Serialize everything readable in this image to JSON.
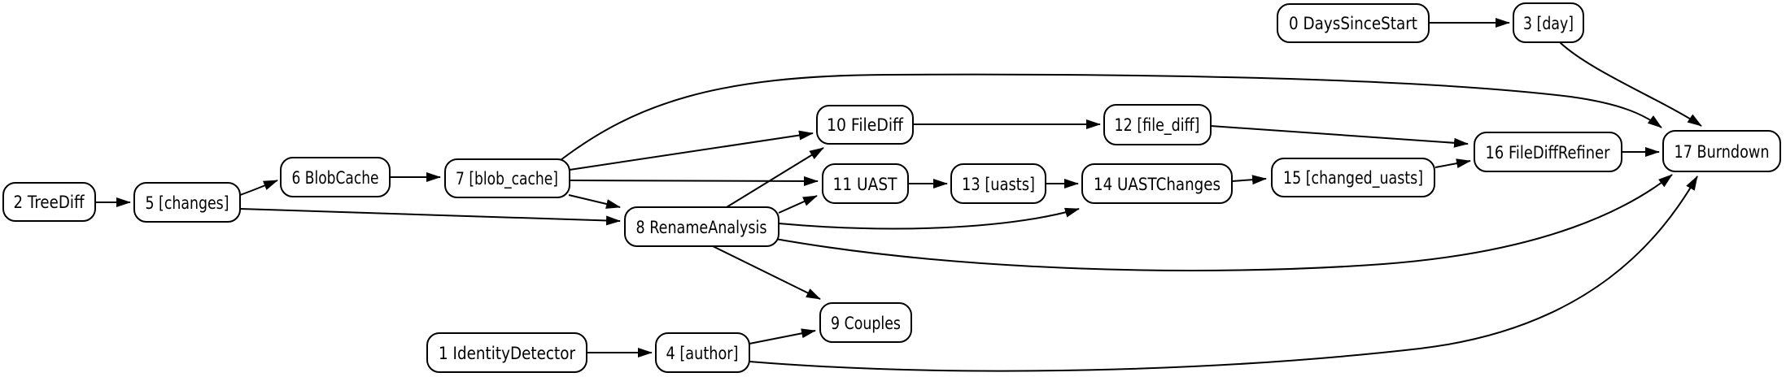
{
  "graph": {
    "type": "directed-graph",
    "description_style": "graphviz pipeline DAG, black strokes on white, rounded rectangle nodes",
    "colors": {
      "background": "#ffffff",
      "node_fill": "#ffffff",
      "stroke": "#000000",
      "text": "#000000"
    },
    "nodes": {
      "n0": {
        "label": "0 DaysSinceStart"
      },
      "n1": {
        "label": "1 IdentityDetector"
      },
      "n2": {
        "label": "2 TreeDiff"
      },
      "n3": {
        "label": "3 [day]"
      },
      "n4": {
        "label": "4 [author]"
      },
      "n5": {
        "label": "5 [changes]"
      },
      "n6": {
        "label": "6 BlobCache"
      },
      "n7": {
        "label": "7 [blob_cache]"
      },
      "n8": {
        "label": "8 RenameAnalysis"
      },
      "n9": {
        "label": "9 Couples"
      },
      "n10": {
        "label": "10 FileDiff"
      },
      "n11": {
        "label": "11 UAST"
      },
      "n12": {
        "label": "12 [file_diff]"
      },
      "n13": {
        "label": "13 [uasts]"
      },
      "n14": {
        "label": "14 UASTChanges"
      },
      "n15": {
        "label": "15 [changed_uasts]"
      },
      "n16": {
        "label": "16 FileDiffRefiner"
      },
      "n17": {
        "label": "17 Burndown"
      }
    },
    "edges": [
      [
        "0 DaysSinceStart",
        "3 [day]"
      ],
      [
        "1 IdentityDetector",
        "4 [author]"
      ],
      [
        "2 TreeDiff",
        "5 [changes]"
      ],
      [
        "3 [day]",
        "17 Burndown"
      ],
      [
        "4 [author]",
        "9 Couples"
      ],
      [
        "4 [author]",
        "17 Burndown"
      ],
      [
        "5 [changes]",
        "6 BlobCache"
      ],
      [
        "5 [changes]",
        "8 RenameAnalysis"
      ],
      [
        "6 BlobCache",
        "7 [blob_cache]"
      ],
      [
        "7 [blob_cache]",
        "8 RenameAnalysis"
      ],
      [
        "7 [blob_cache]",
        "10 FileDiff"
      ],
      [
        "7 [blob_cache]",
        "11 UAST"
      ],
      [
        "7 [blob_cache]",
        "17 Burndown"
      ],
      [
        "8 RenameAnalysis",
        "9 Couples"
      ],
      [
        "8 RenameAnalysis",
        "10 FileDiff"
      ],
      [
        "8 RenameAnalysis",
        "11 UAST"
      ],
      [
        "8 RenameAnalysis",
        "14 UASTChanges"
      ],
      [
        "8 RenameAnalysis",
        "17 Burndown"
      ],
      [
        "10 FileDiff",
        "12 [file_diff]"
      ],
      [
        "11 UAST",
        "13 [uasts]"
      ],
      [
        "12 [file_diff]",
        "16 FileDiffRefiner"
      ],
      [
        "13 [uasts]",
        "14 UASTChanges"
      ],
      [
        "14 UASTChanges",
        "15 [changed_uasts]"
      ],
      [
        "15 [changed_uasts]",
        "16 FileDiffRefiner"
      ],
      [
        "16 FileDiffRefiner",
        "17 Burndown"
      ]
    ]
  }
}
